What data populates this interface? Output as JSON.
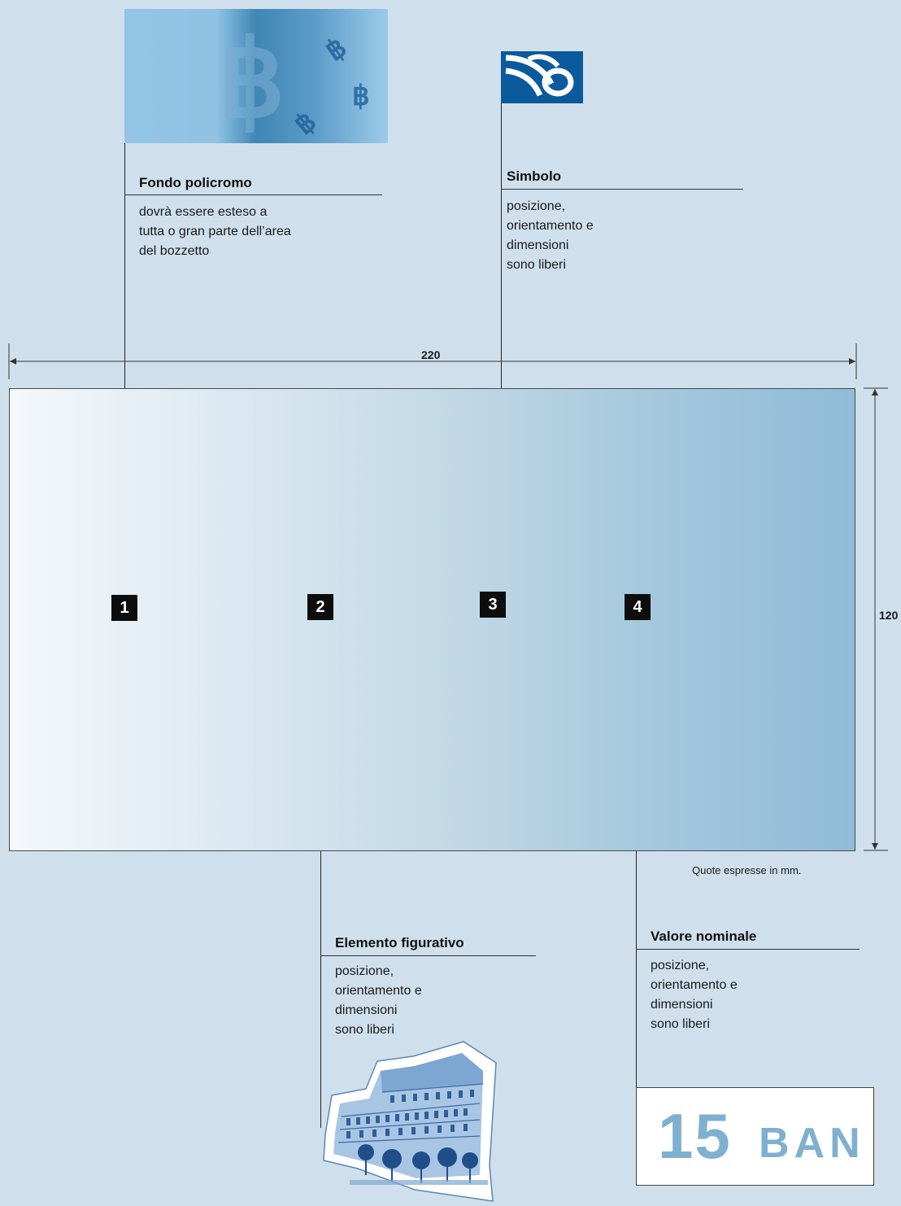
{
  "fondo": {
    "heading": "Fondo policromo",
    "lines": [
      "dovrà essere esteso a",
      "tutta o gran parte dell’area",
      "del bozzetto"
    ],
    "marker": "1",
    "watermark_glyph": "฿"
  },
  "simbolo": {
    "heading": "Simbolo",
    "lines": [
      "posizione,",
      "orientamento e",
      "dimensioni",
      "sono liberi"
    ],
    "marker": "3"
  },
  "elemento": {
    "heading": "Elemento figurativo",
    "lines": [
      "posizione,",
      "orientamento e",
      "dimensioni",
      "sono liberi"
    ],
    "marker": "2"
  },
  "valore": {
    "heading": "Valore nominale",
    "lines": [
      "posizione,",
      "orientamento e",
      "dimensioni",
      "sono liberi"
    ],
    "marker": "4",
    "sample_number": "15",
    "sample_unit": "BAN"
  },
  "dimensions": {
    "width": "220",
    "height": "120",
    "note": "Quote espresse in mm."
  },
  "colors": {
    "background": "#cfe0ec",
    "symbol_blue": "#0a5a9c",
    "value_text": "#7fb0cf"
  }
}
